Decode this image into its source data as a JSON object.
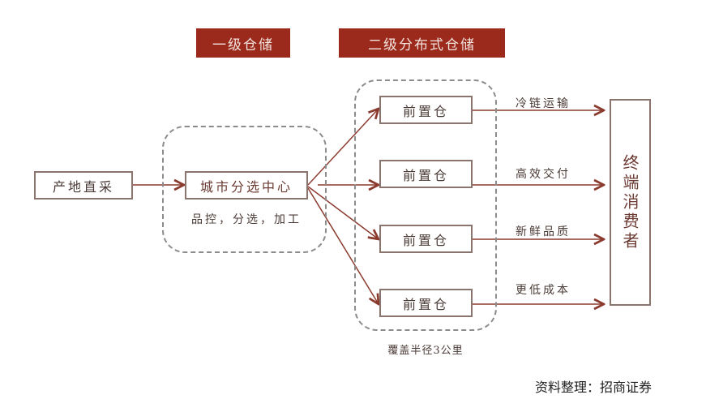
{
  "headers": {
    "level1": "一级仓储",
    "level2": "二级分布式仓储"
  },
  "source_node": "产地直采",
  "city_center": {
    "label": "城市分选中心",
    "subtitle": "品控，分选，加工"
  },
  "front_warehouses": [
    "前置仓",
    "前置仓",
    "前置仓",
    "前置仓"
  ],
  "coverage_caption": "覆盖半径3公里",
  "benefits": [
    "冷链运输",
    "高效交付",
    "新鲜品质",
    "更低成本"
  ],
  "consumer": "终端消费者",
  "credit": "资料整理：招商证券",
  "colors": {
    "header_bg": "#9b2a1c",
    "arrow": "#8b3a2e"
  }
}
